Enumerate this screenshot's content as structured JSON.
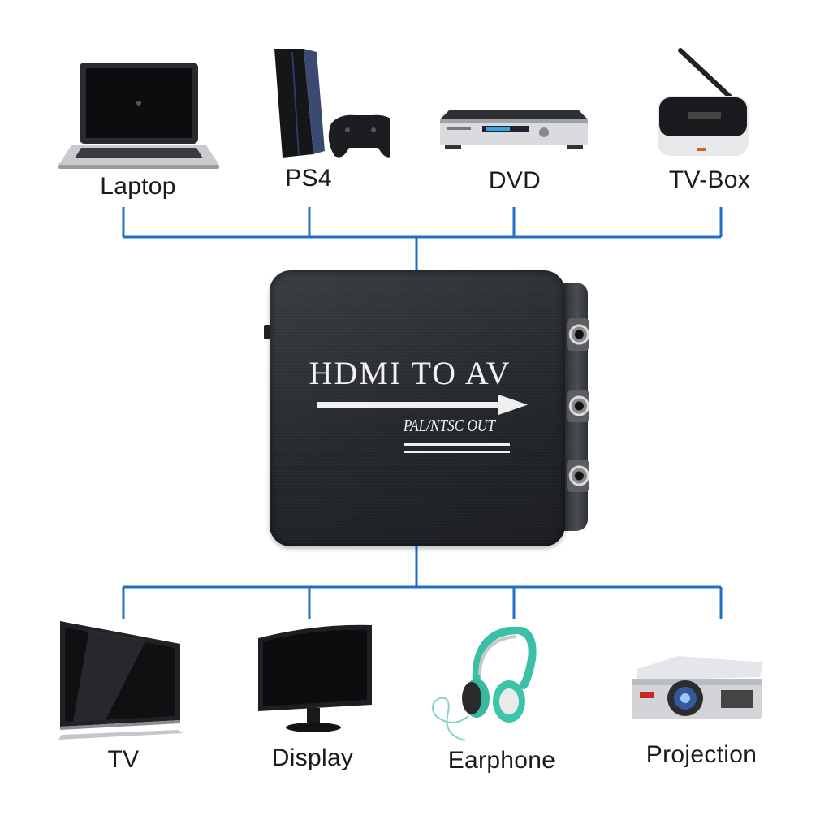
{
  "sources": [
    {
      "label": "Laptop",
      "icon": "laptop-icon"
    },
    {
      "label": "PS4",
      "icon": "ps4-icon"
    },
    {
      "label": "DVD",
      "icon": "dvd-player-icon"
    },
    {
      "label": "TV-Box",
      "icon": "tv-box-icon"
    }
  ],
  "converter": {
    "title": "HDMI TO AV",
    "subtitle": "PAL/NTSC OUT"
  },
  "outputs": [
    {
      "label": "TV",
      "icon": "tv-icon"
    },
    {
      "label": "Display",
      "icon": "monitor-icon"
    },
    {
      "label": "Earphone",
      "icon": "headphones-icon"
    },
    {
      "label": "Projection",
      "icon": "projector-icon"
    }
  ],
  "colors": {
    "connector": "#1f6fc6",
    "box": "#26292d",
    "label": "#1a1a1a"
  }
}
